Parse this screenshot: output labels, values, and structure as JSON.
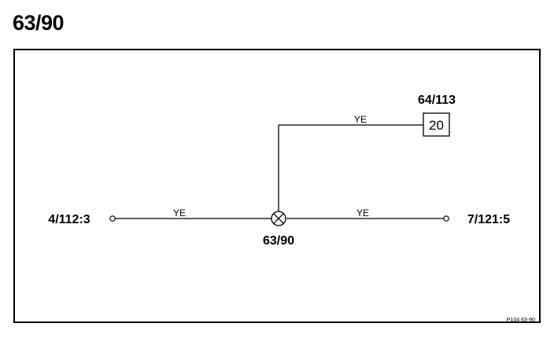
{
  "page_title": "63/90",
  "connectors": {
    "left_terminal": "4/112:3",
    "right_terminal": "7/121:5",
    "splice": "63/90",
    "top_component": "64/113",
    "top_component_pin": "20"
  },
  "wires": {
    "left_color": "YE",
    "right_color": "YE",
    "top_color": "YE"
  },
  "reference": "P104 63-90",
  "colors": {
    "line": "#000000",
    "background": "#ffffff"
  }
}
